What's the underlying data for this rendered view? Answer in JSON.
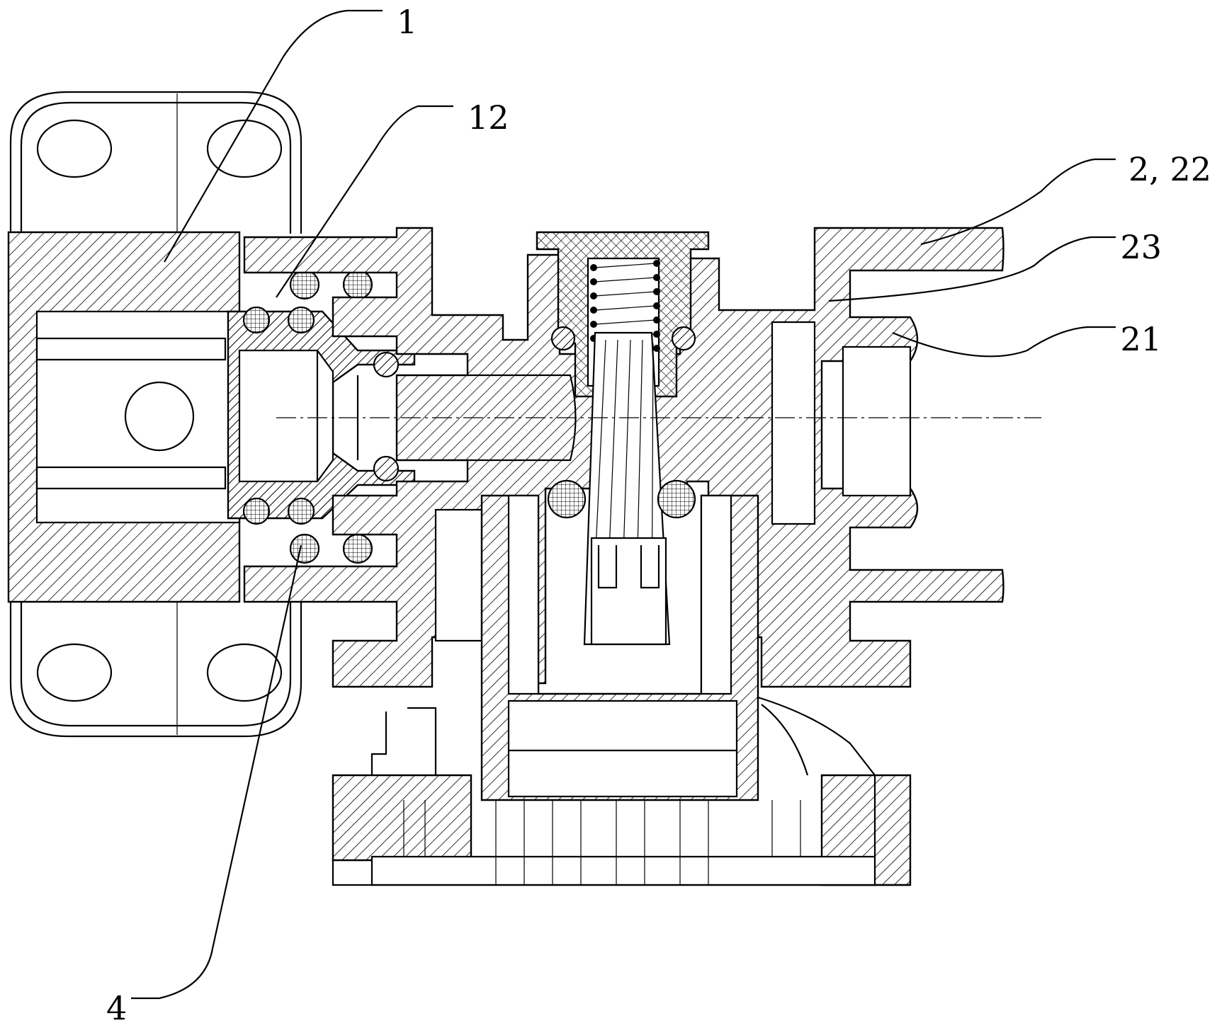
{
  "labels": {
    "l1": "1",
    "l12": "12",
    "l2_22": "2, 22",
    "l23": "23",
    "l21": "21",
    "l4": "4"
  }
}
